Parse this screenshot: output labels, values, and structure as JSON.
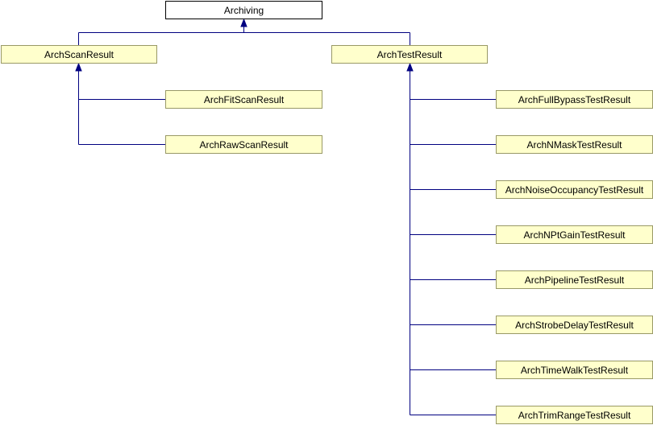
{
  "colors": {
    "root_fill": "#ffffff",
    "root_stroke": "#000000",
    "class_fill": "#ffffcc",
    "class_stroke": "#999966",
    "edge": "#000080"
  },
  "diagram": {
    "root": {
      "label": "Archiving"
    },
    "groups": [
      {
        "label": "ArchScanResult",
        "children": [
          "ArchFitScanResult",
          "ArchRawScanResult"
        ]
      },
      {
        "label": "ArchTestResult",
        "children": [
          "ArchFullBypassTestResult",
          "ArchNMaskTestResult",
          "ArchNoiseOccupancyTestResult",
          "ArchNPtGainTestResult",
          "ArchPipelineTestResult",
          "ArchStrobeDelayTestResult",
          "ArchTimeWalkTestResult",
          "ArchTrimRangeTestResult"
        ]
      }
    ]
  }
}
